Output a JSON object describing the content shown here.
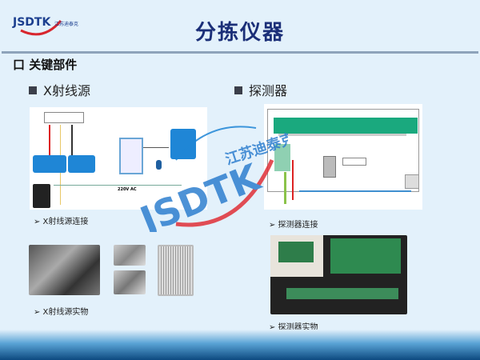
{
  "logo": {
    "text": "JSDTK",
    "subtext": "江苏迪泰克"
  },
  "title": "分拣仪器",
  "section": "口 关键部件",
  "left": {
    "heading": "X射线源",
    "diagram_caption": "➢ X射线源连接",
    "photo_caption": "➢ X射线源实物",
    "diagram_label": "220V AC"
  },
  "right": {
    "heading": "探测器",
    "diagram_caption": "➢ 探测器连接",
    "photo_caption": "➢ 探测器实物"
  },
  "watermark": {
    "text": "JSDTK",
    "subtext": "江苏迪泰克"
  },
  "colors": {
    "title": "#1b2f78",
    "accent": "#1f86d6",
    "footer": "#0d4a80"
  }
}
